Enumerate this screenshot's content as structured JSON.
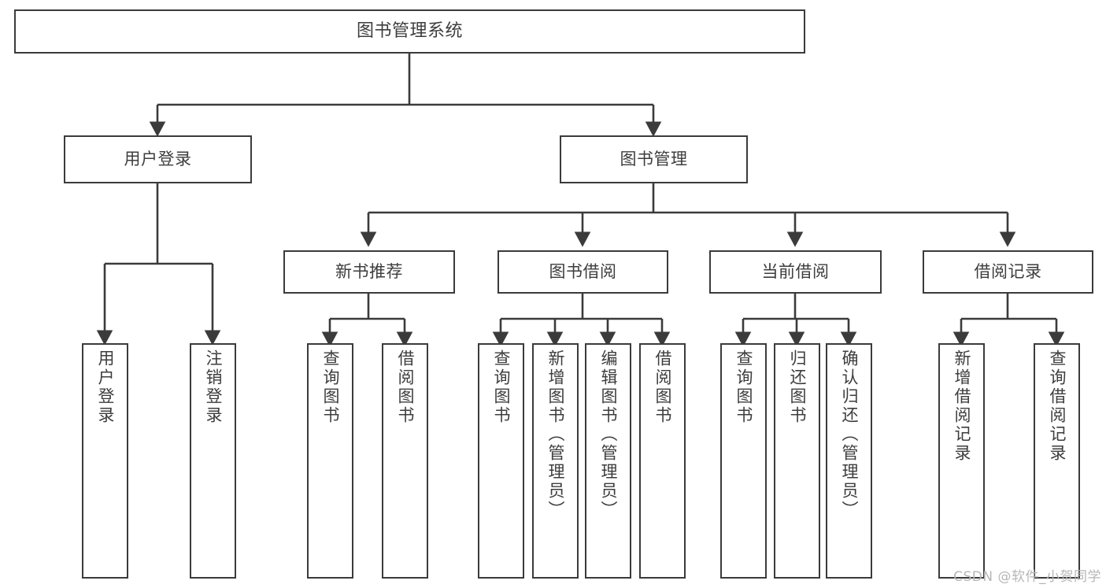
{
  "diagram": {
    "title": "图书管理系统",
    "levels": {
      "root": {
        "label": "图书管理系统"
      },
      "level2": [
        {
          "label": "用户登录"
        },
        {
          "label": "图书管理"
        }
      ],
      "level3": [
        {
          "label": "新书推荐"
        },
        {
          "label": "图书借阅"
        },
        {
          "label": "当前借阅"
        },
        {
          "label": "借阅记录"
        }
      ],
      "level4": [
        {
          "label": "用户登录"
        },
        {
          "label": "注销登录"
        },
        {
          "label": "查询图书"
        },
        {
          "label": "借阅图书"
        },
        {
          "label": "查询图书"
        },
        {
          "label": "新增图书（管理员）"
        },
        {
          "label": "编辑图书（管理员）"
        },
        {
          "label": "借阅图书"
        },
        {
          "label": "查询图书"
        },
        {
          "label": "归还图书"
        },
        {
          "label": "确认归还（管理员）"
        },
        {
          "label": "新增借阅记录"
        },
        {
          "label": "查询借阅记录"
        }
      ]
    },
    "watermark": "CSDN @软件_小贺同学",
    "colors": {
      "stroke": "#3b3b3b",
      "text": "#3d3d3d",
      "background": "#ffffff",
      "watermark": "#b6b6b6"
    }
  }
}
